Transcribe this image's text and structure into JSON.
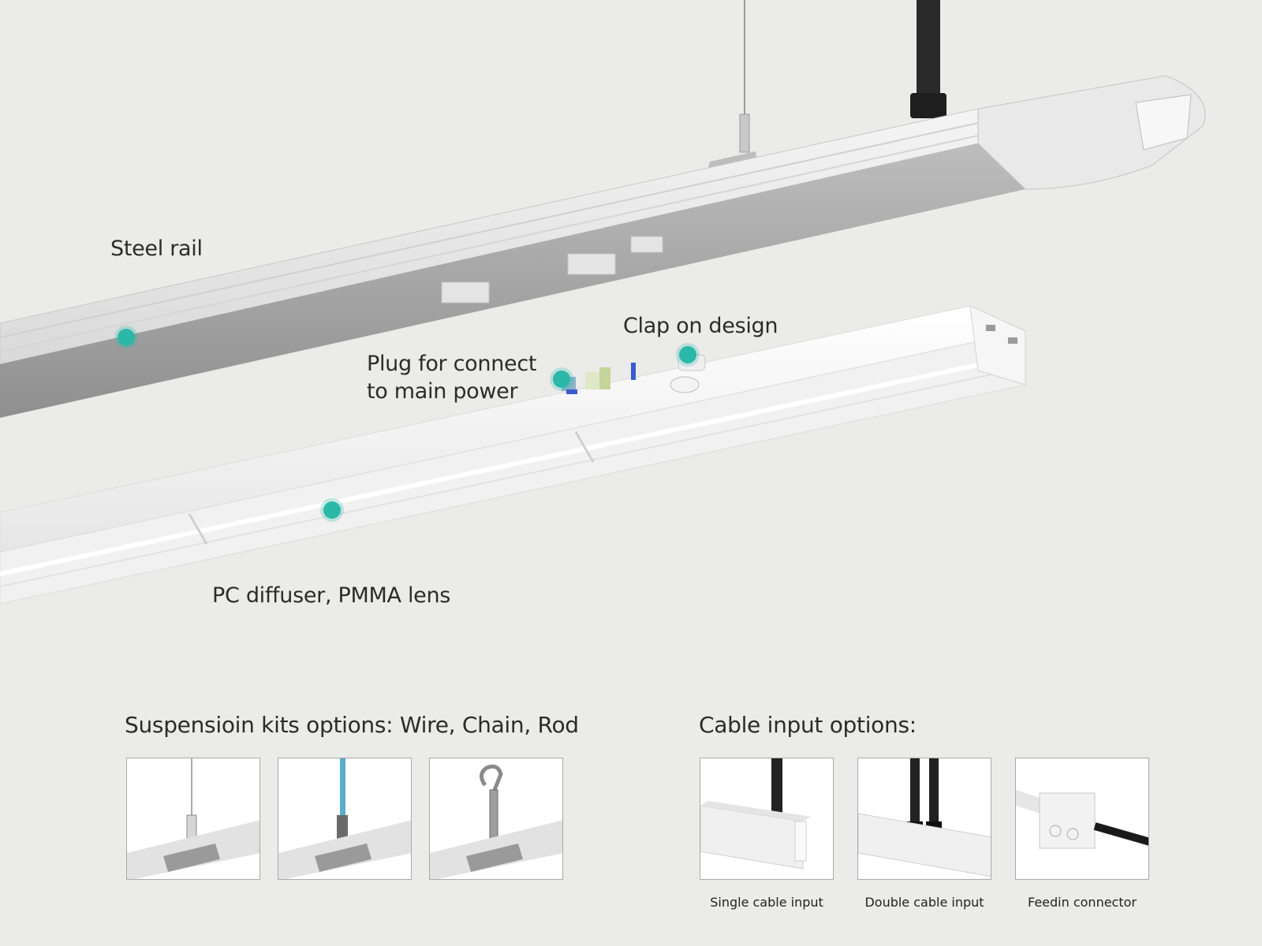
{
  "callouts": {
    "steel_rail": "Steel rail",
    "clap_on": "Clap on design",
    "plug_line1": "Plug for connect",
    "plug_line2": "to main power",
    "diffuser": "PC diffuser, PMMA lens"
  },
  "suspension": {
    "title": "Suspensioin kits options: Wire, Chain, Rod",
    "options": [
      {
        "icon": "wire-suspension-kit-image"
      },
      {
        "icon": "chain-suspension-kit-image"
      },
      {
        "icon": "rod-hook-suspension-kit-image"
      }
    ]
  },
  "cable": {
    "title": "Cable input options:",
    "options": [
      {
        "label": "Single cable input",
        "icon": "single-cable-input-image"
      },
      {
        "label": "Double cable input",
        "icon": "double-cable-input-image"
      },
      {
        "label": "Feedin connector",
        "icon": "feedin-connector-image"
      }
    ]
  },
  "colors": {
    "background": "#ebebea",
    "accent_dot": "#2bb8a8",
    "text": "#2b2b2b"
  }
}
